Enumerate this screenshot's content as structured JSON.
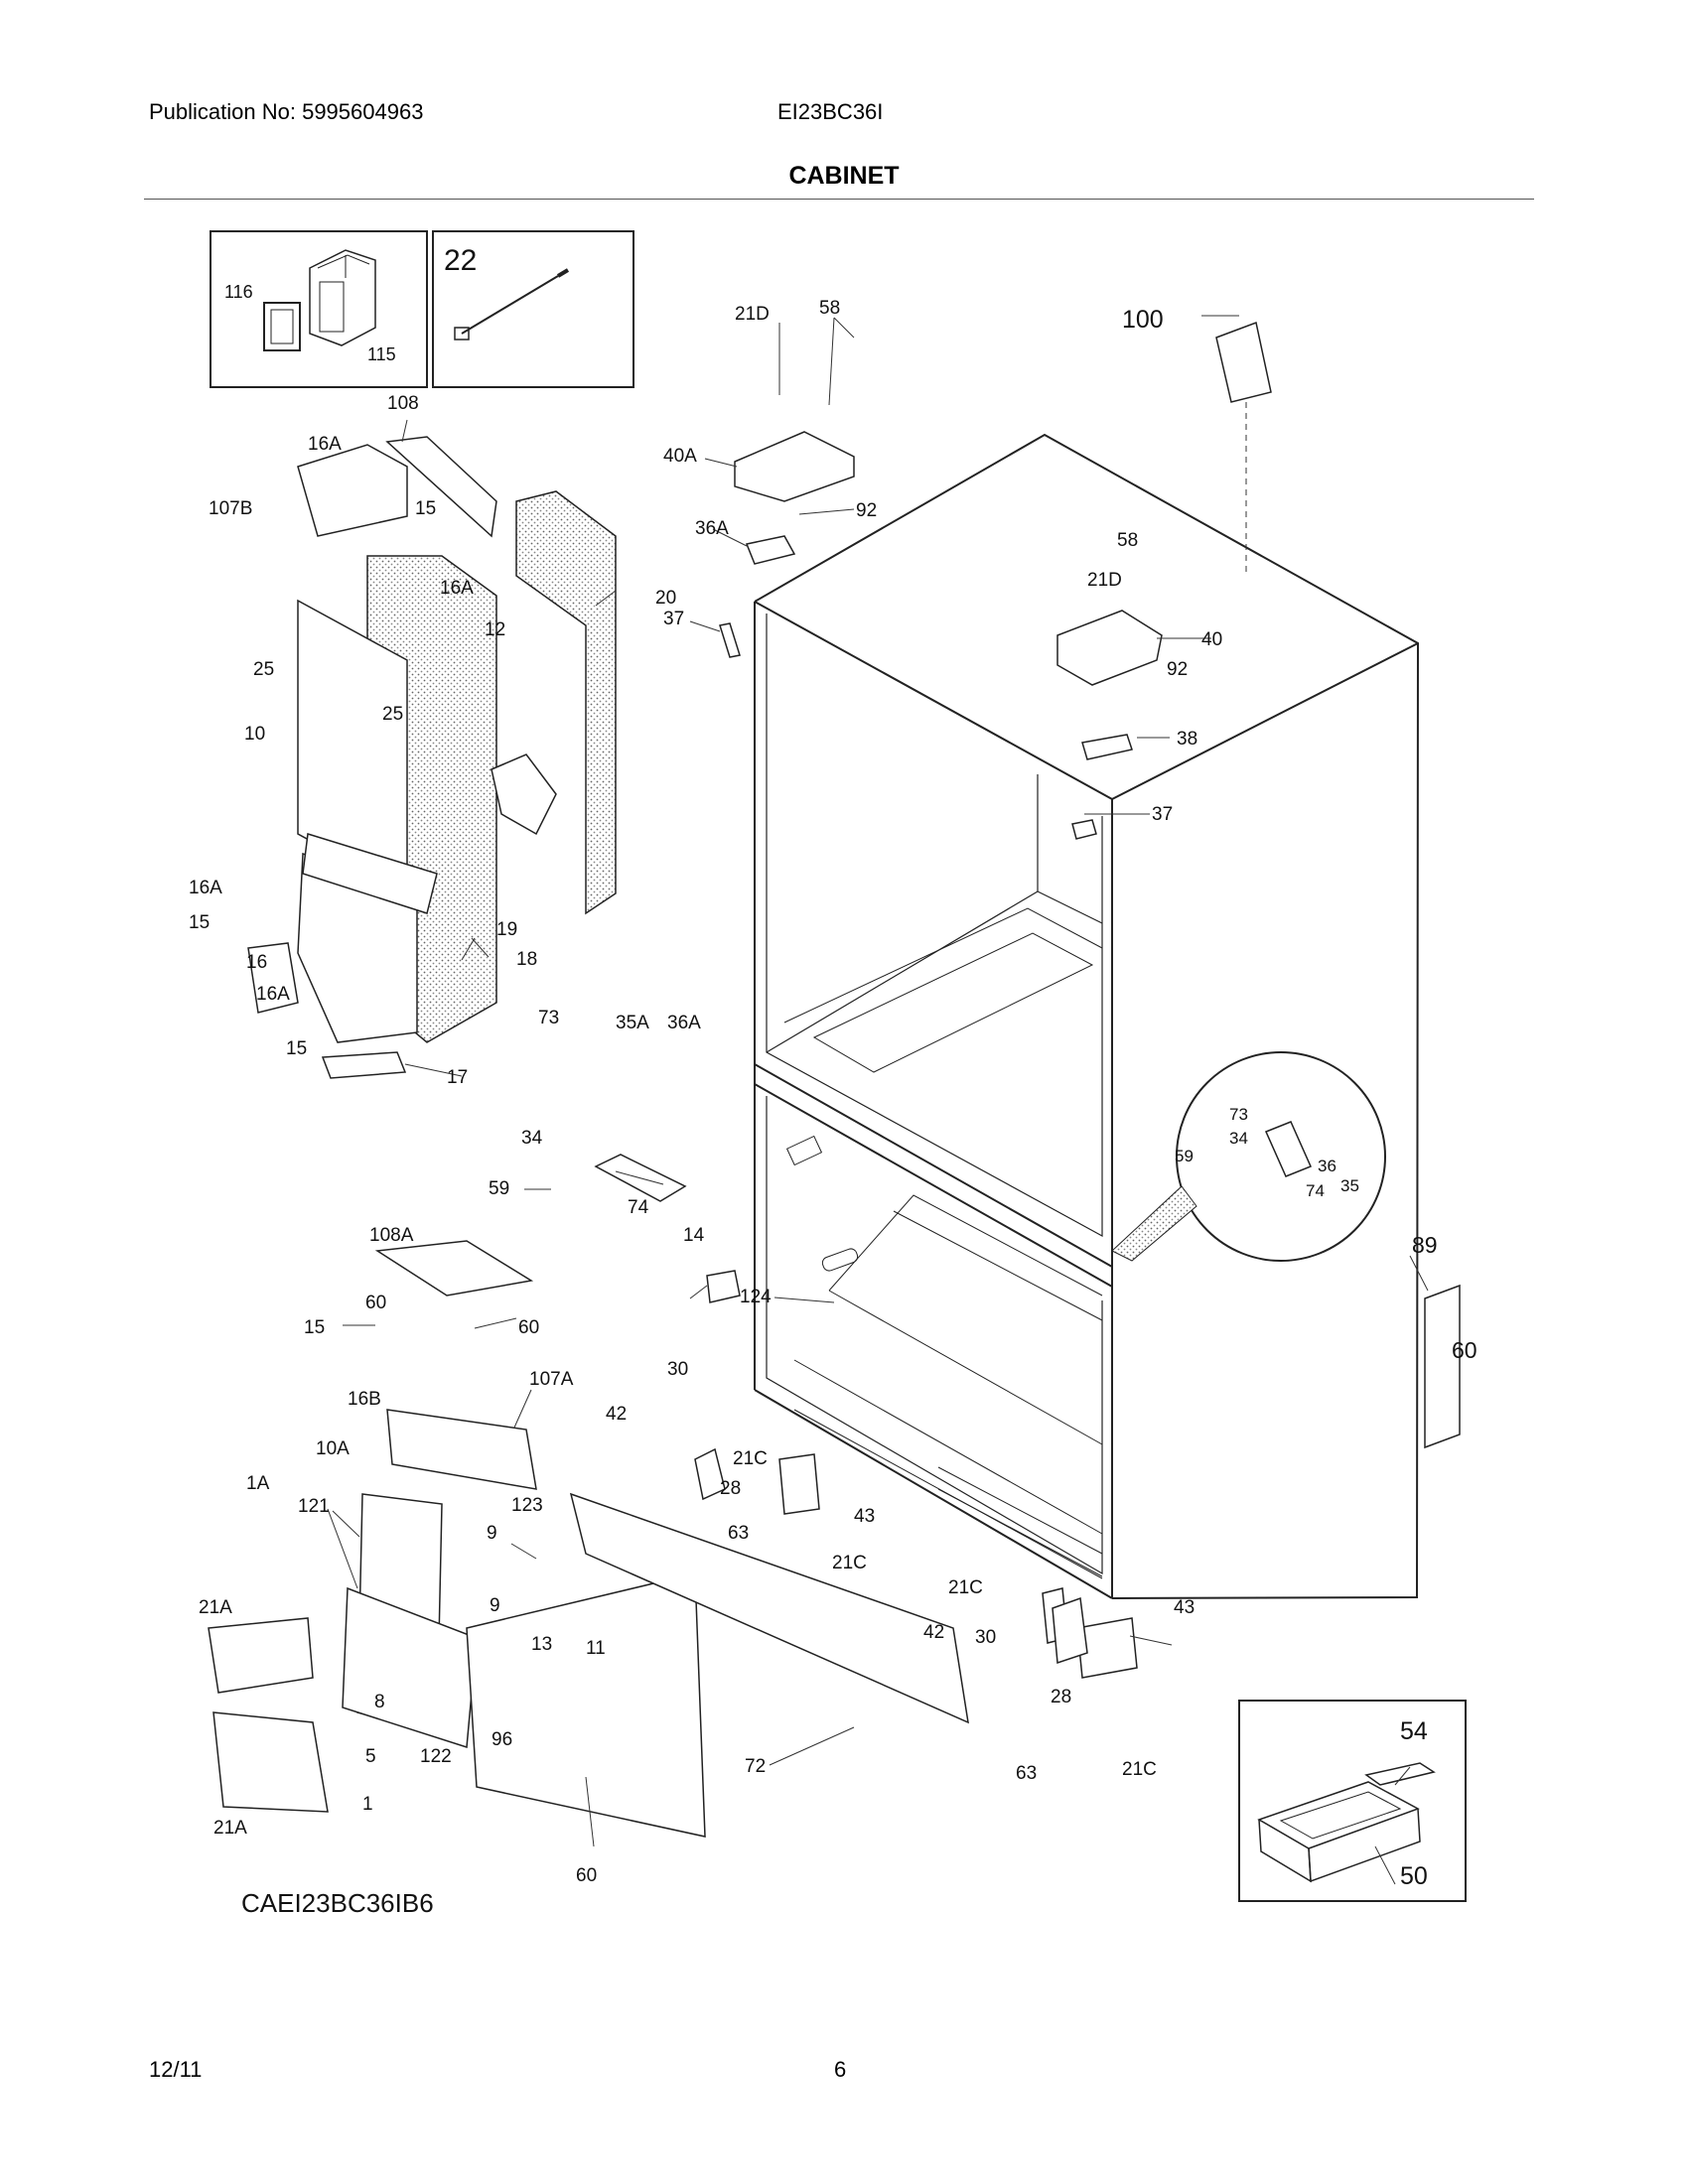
{
  "header": {
    "publication": "Publication No: 5995604963",
    "model": "EI23BC36I",
    "title": "CABINET"
  },
  "diagram": {
    "drawing_code": "CAEI23BC36IB6",
    "callouts": [
      "116",
      "115",
      "22",
      "21D",
      "58",
      "100",
      "108",
      "16A",
      "107B",
      "15",
      "16A",
      "20",
      "12",
      "37",
      "40A",
      "36A",
      "92",
      "58",
      "21D",
      "40",
      "92",
      "38",
      "37",
      "25",
      "25",
      "10",
      "16A",
      "15",
      "16",
      "16A",
      "15",
      "19",
      "18",
      "17",
      "73",
      "35A",
      "36A",
      "34",
      "59",
      "74",
      "73",
      "34",
      "59",
      "36",
      "74",
      "35",
      "108A",
      "60",
      "15",
      "60",
      "16B",
      "107A",
      "14",
      "124",
      "89",
      "60",
      "30",
      "42",
      "21C",
      "28",
      "63",
      "43",
      "21C",
      "10A",
      "1A",
      "121",
      "123",
      "9",
      "9",
      "13",
      "21A",
      "8",
      "5",
      "122",
      "96",
      "11",
      "21A",
      "1",
      "60",
      "72",
      "21C",
      "42",
      "30",
      "43",
      "28",
      "63",
      "21C",
      "54",
      "50"
    ]
  },
  "footer": {
    "date": "12/11",
    "page": "6"
  }
}
